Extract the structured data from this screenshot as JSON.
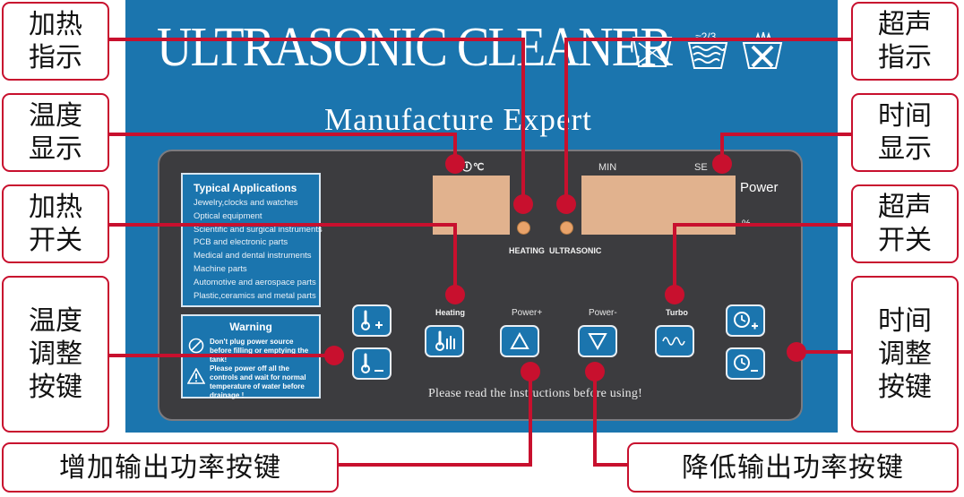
{
  "panel": {
    "title": "ULTRASONIC  CLEANER",
    "subtitle": "Manufacture  Expert",
    "wash_label": "≈2/3",
    "colors": {
      "blue": "#1b75ae",
      "panel": "#3c3c3f",
      "display": "#e1b28e",
      "red": "#c8102e"
    }
  },
  "applications": {
    "heading": "Typical Applications",
    "items": [
      "Jewelry,clocks and watches",
      "Optical equipment",
      "Scientific and surgical instruments",
      "PCB and electronic parts",
      "Medical and dental instruments",
      "Machine parts",
      "Automotive and aerospace parts",
      "Plastic,ceramics and metal parts"
    ]
  },
  "warning": {
    "heading": "Warning",
    "line1": "Don't plug power source before filling or emptying the tank!",
    "line2": "Please power off all the controls and wait for normal temperature of water before drainage !"
  },
  "displays": {
    "temp_label": "℃",
    "temp_icon": "thermometer-icon",
    "min_label": "MIN",
    "sec_label": "SE",
    "heating_label": "HEATING",
    "ultrasonic_label": "ULTRASONIC",
    "power_label": "Power",
    "pct_label": "%"
  },
  "buttons": {
    "heating_label": "Heating",
    "power_plus_label": "Power+",
    "power_minus_label": "Power-",
    "turbo_label": "Turbo"
  },
  "instruction": "Please read the instructions before using!",
  "callouts": {
    "heating_indicator": [
      "加热",
      "指示"
    ],
    "ultrasonic_indicator": [
      "超声",
      "指示"
    ],
    "temp_display": [
      "温度",
      "显示"
    ],
    "time_display": [
      "时间",
      "显示"
    ],
    "heating_switch": [
      "加热",
      "开关"
    ],
    "ultrasonic_switch": [
      "超声",
      "开关"
    ],
    "temp_adjust": [
      "温度",
      "调整",
      "按键"
    ],
    "time_adjust": [
      "时间",
      "调整",
      "按键"
    ],
    "power_increase": "增加输出功率按键",
    "power_decrease": "降低输出功率按键"
  }
}
